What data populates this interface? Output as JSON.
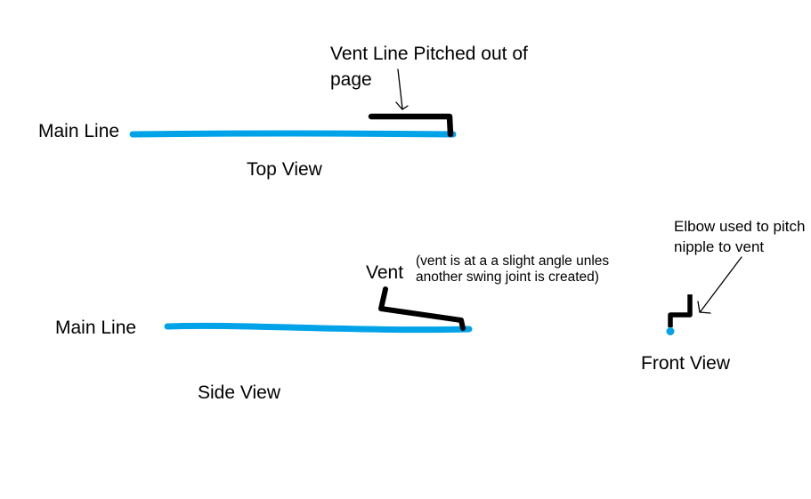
{
  "colors": {
    "ink": "#000000",
    "line_blue": "#00a2e8",
    "background": "#ffffff"
  },
  "top_view": {
    "annotation_line1": "Vent Line Pitched out of",
    "annotation_line2": "page",
    "main_line_label": "Main Line",
    "view_label": "Top View"
  },
  "side_view": {
    "main_line_label": "Main Line",
    "vent_label": "Vent",
    "note_line1": "(vent is at a a slight angle unles",
    "note_line2": "another swing joint is created)",
    "view_label": "Side View"
  },
  "front_view": {
    "annotation_line1": "Elbow used to pitch",
    "annotation_line2": "nipple to vent",
    "view_label": "Front View"
  }
}
